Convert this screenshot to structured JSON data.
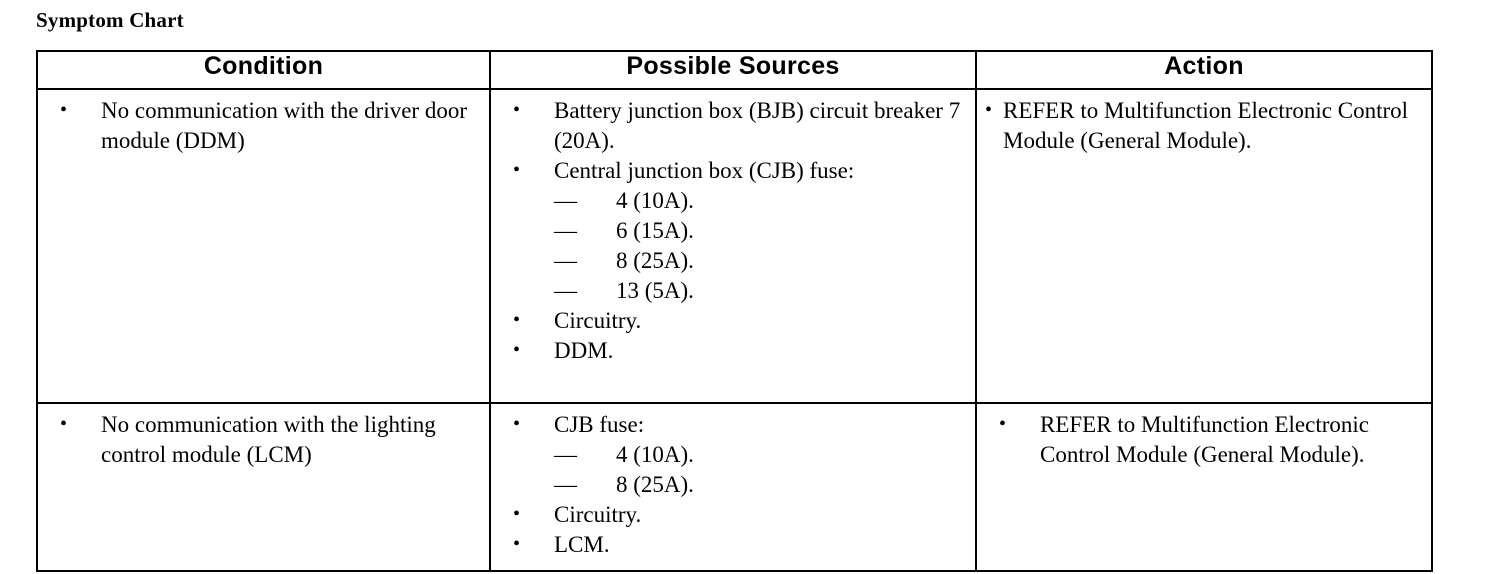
{
  "page": {
    "title": "Symptom Chart"
  },
  "table": {
    "headers": [
      "Condition",
      "Possible Sources",
      "Action"
    ],
    "rows": [
      {
        "condition": [
          "No communication with the driver door module (DDM)"
        ],
        "sources": [
          {
            "text": "Battery junction box (BJB) circuit breaker 7 (20A).",
            "subitems": []
          },
          {
            "text": "Central junction box (CJB) fuse:",
            "subitems": [
              "4 (10A).",
              "6 (15A).",
              "8 (25A).",
              "13 (5A)."
            ]
          },
          {
            "text": "Circuitry.",
            "subitems": []
          },
          {
            "text": "DDM.",
            "subitems": []
          }
        ],
        "action": [
          "REFER to  Multifunction Electronic Control Module (General Module)."
        ],
        "action_bullet_style": "tight"
      },
      {
        "condition": [
          "No communication with the lighting control module (LCM)"
        ],
        "sources": [
          {
            "text": "CJB fuse:",
            "subitems": [
              "4 (10A).",
              "8 (25A)."
            ]
          },
          {
            "text": "Circuitry.",
            "subitems": []
          },
          {
            "text": "LCM.",
            "subitems": []
          }
        ],
        "action": [
          "REFER to  Multifunction Electronic Control Module (General Module)."
        ],
        "action_bullet_style": "normal"
      }
    ]
  }
}
